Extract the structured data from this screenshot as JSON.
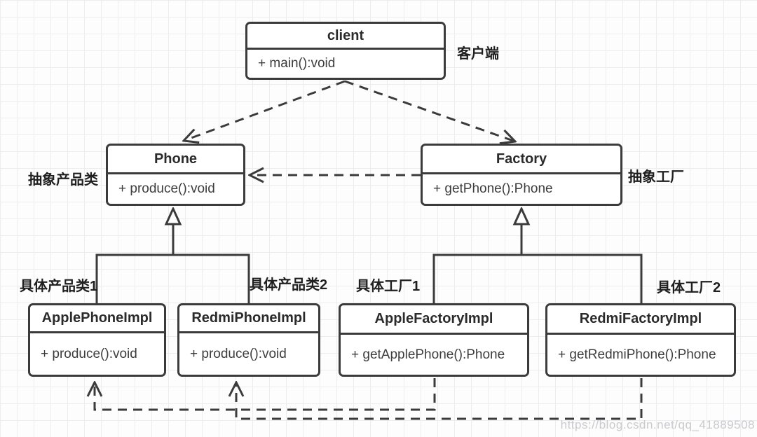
{
  "diagram": {
    "classes": {
      "client": {
        "name": "client",
        "methods": [
          "+ main():void"
        ],
        "annotation": "客户端"
      },
      "phone": {
        "name": "Phone",
        "methods": [
          "+ produce():void"
        ],
        "annotation": "抽象产品类"
      },
      "factory": {
        "name": "Factory",
        "methods": [
          "+ getPhone():Phone"
        ],
        "annotation": "抽象工厂"
      },
      "apple_phone": {
        "name": "ApplePhoneImpl",
        "methods": [
          "+ produce():void"
        ],
        "annotation": "具体产品类1"
      },
      "redmi_phone": {
        "name": "RedmiPhoneImpl",
        "methods": [
          "+ produce():void"
        ],
        "annotation": "具体产品类2"
      },
      "apple_factory": {
        "name": "AppleFactoryImpl",
        "methods": [
          "+ getApplePhone():Phone"
        ],
        "annotation": "具体工厂1"
      },
      "redmi_factory": {
        "name": "RedmiFactoryImpl",
        "methods": [
          "+ getRedmiPhone():Phone"
        ],
        "annotation": "具体工厂2"
      }
    },
    "relationships": [
      {
        "from": "client",
        "to": "Phone",
        "type": "dependency (dashed, open arrow)"
      },
      {
        "from": "client",
        "to": "Factory",
        "type": "dependency (dashed, open arrow)"
      },
      {
        "from": "Factory",
        "to": "Phone",
        "type": "dependency (dashed, open arrow)"
      },
      {
        "from": "ApplePhoneImpl",
        "to": "Phone",
        "type": "inheritance (solid, hollow triangle)"
      },
      {
        "from": "RedmiPhoneImpl",
        "to": "Phone",
        "type": "inheritance (solid, hollow triangle)"
      },
      {
        "from": "AppleFactoryImpl",
        "to": "Factory",
        "type": "inheritance (solid, hollow triangle)"
      },
      {
        "from": "RedmiFactoryImpl",
        "to": "Factory",
        "type": "inheritance (solid, hollow triangle)"
      },
      {
        "from": "AppleFactoryImpl",
        "to": "ApplePhoneImpl",
        "type": "dependency (dashed, open arrow)"
      },
      {
        "from": "RedmiFactoryImpl",
        "to": "RedmiPhoneImpl",
        "type": "dependency (dashed, open arrow)"
      }
    ],
    "colors": {
      "line": "#3b3b3b",
      "text": "#3d3d3d",
      "background": "#fdfdfd",
      "grid": "#ededed",
      "watermark": "#c9c9ce"
    },
    "watermark": "https://blog.csdn.net/qq_41889508"
  }
}
